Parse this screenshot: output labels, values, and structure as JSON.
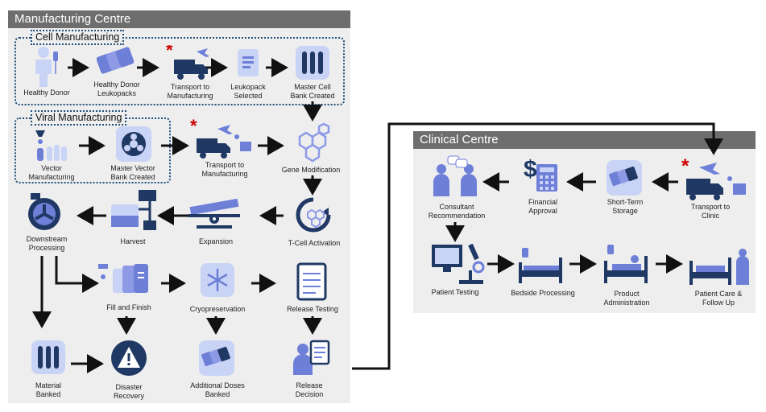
{
  "colors": {
    "dark_blue": "#1f3864",
    "mid_blue": "#6e7fd8",
    "light_blue": "#c9d3f5",
    "panel": "#eeeeee",
    "header": "#6e6e6e",
    "red_star": "#cc0000"
  },
  "manufacturing": {
    "title": "Manufacturing Centre",
    "cell_section": "Cell Manufacturing",
    "viral_section": "Viral Manufacturing",
    "steps": {
      "healthy_donor": "Healthy Donor",
      "leukopacks": [
        "Healthy Donor",
        "Leukopacks"
      ],
      "transport_mfg_1": [
        "Transport to",
        "Manufacturing"
      ],
      "leukopack_selected": [
        "Leukopack",
        "Selected"
      ],
      "master_cell_bank": [
        "Master Cell",
        "Bank Created"
      ],
      "vector_mfg": [
        "Vector",
        "Manufacturing"
      ],
      "master_vector_bank": [
        "Master Vector",
        "Bank Created"
      ],
      "transport_mfg_2": [
        "Transport to",
        "Manufacturing"
      ],
      "gene_modification": "Gene Modification",
      "tcell_activation": "T-Cell Activation",
      "expansion": "Expansion",
      "harvest": "Harvest",
      "downstream": [
        "Downstream",
        "Processing"
      ],
      "fill_finish": "Fill and Finish",
      "cryopreservation": "Cryopreservation",
      "release_testing": "Release Testing",
      "material_banked": [
        "Material",
        "Banked"
      ],
      "disaster_recovery": [
        "Disaster",
        "Recovery"
      ],
      "additional_doses": [
        "Additional Doses",
        "Banked"
      ],
      "release_decision": [
        "Release",
        "Decision"
      ]
    }
  },
  "clinical": {
    "title": "Clinical Centre",
    "steps": {
      "transport_clinic": [
        "Transport to",
        "Clinic"
      ],
      "short_term_storage": [
        "Short-Term",
        "Storage"
      ],
      "financial_approval": [
        "Financial",
        "Approval"
      ],
      "consultant": [
        "Consultant",
        "Recommendation"
      ],
      "patient_testing": "Patient Testing",
      "bedside_processing": "Bedside Processing",
      "product_admin": [
        "Product",
        "Administration"
      ],
      "patient_care": [
        "Patient Care &",
        "Follow Up"
      ]
    }
  }
}
